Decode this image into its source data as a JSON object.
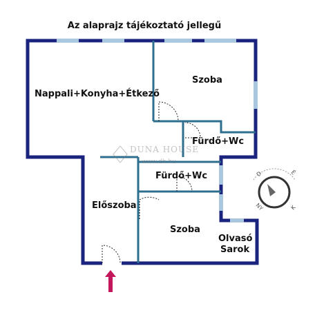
{
  "caption": "Az alaprajz tájékoztató jellegű",
  "rooms": {
    "living": "Nappali+Konyha+Étkező",
    "room_top": "Szoba",
    "bath_top": "Fürdő+Wc",
    "bath_mid": "Fürdő+Wc",
    "hall": "Előszoba",
    "room_bottom": "Szoba",
    "reading_line1": "Olvasó",
    "reading_line2": "Sarok"
  },
  "watermark": {
    "name": "DUNA HOUSE",
    "url": "www.dh.hu"
  },
  "compass": {
    "labels": [
      "É",
      "K",
      "D",
      "NY"
    ]
  },
  "colors": {
    "outer_wall": "#1a237e",
    "inner_wall": "#2e6e8e",
    "window": "#a9c7de",
    "entrance_arrow": "#c2185b"
  }
}
